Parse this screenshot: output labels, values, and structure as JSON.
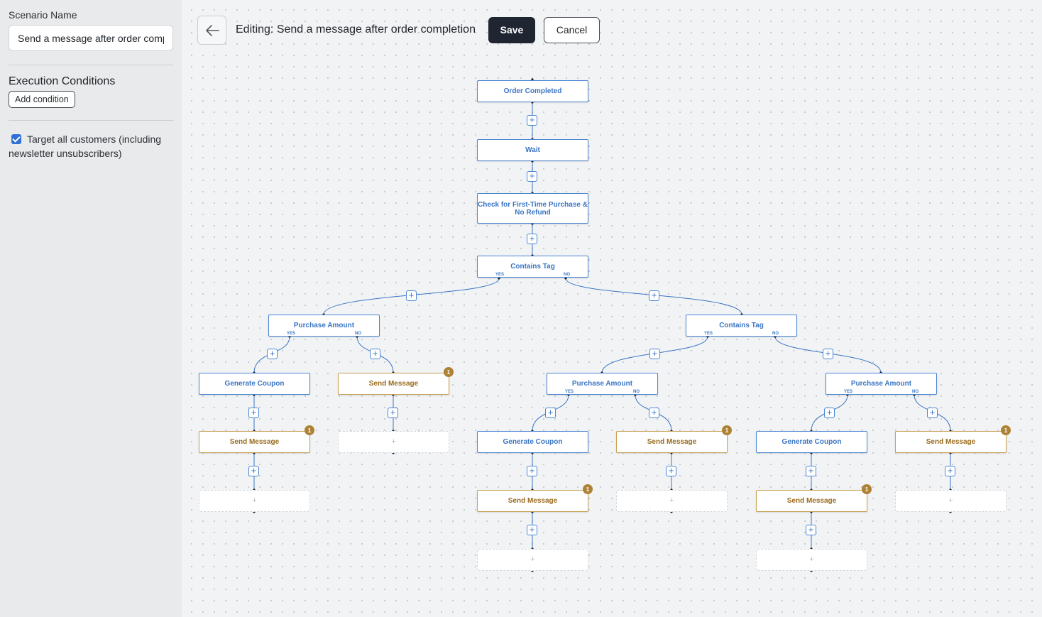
{
  "sidebar": {
    "scenario_name_label": "Scenario Name",
    "scenario_name_value": "Send a message after order completion",
    "execution_conditions_heading": "Execution Conditions",
    "add_condition_label": "Add condition",
    "target_all_checked": true,
    "target_all_label": "Target all customers (including newsletter unsubscribers)"
  },
  "toolbar": {
    "title": "Editing: Send a message after order completion",
    "save_label": "Save",
    "cancel_label": "Cancel"
  },
  "flow": {
    "plus": "+",
    "yes": "YES",
    "no": "NO",
    "badge": "1",
    "order_completed": "Order Completed",
    "wait": "Wait",
    "check_first_time": "Check for First-Time Purchase & No Refund",
    "contains_tag_1": "Contains Tag",
    "purchase_amount_1": "Purchase Amount",
    "contains_tag_2": "Contains Tag",
    "generate_coupon_1": "Generate Coupon",
    "send_message_1": "Send Message",
    "send_message_2": "Send Message",
    "purchase_amount_2": "Purchase Amount",
    "purchase_amount_3": "Purchase Amount",
    "generate_coupon_2": "Generate Coupon",
    "send_message_3": "Send Message",
    "send_message_4": "Send Message",
    "generate_coupon_3": "Generate Coupon",
    "send_message_5": "Send Message",
    "send_message_6": "Send Message"
  },
  "colors": {
    "node_blue": "#4a86d4",
    "message_gold": "#c9a152",
    "badge_gold": "#ad8235",
    "save_dark": "#1f2631"
  }
}
